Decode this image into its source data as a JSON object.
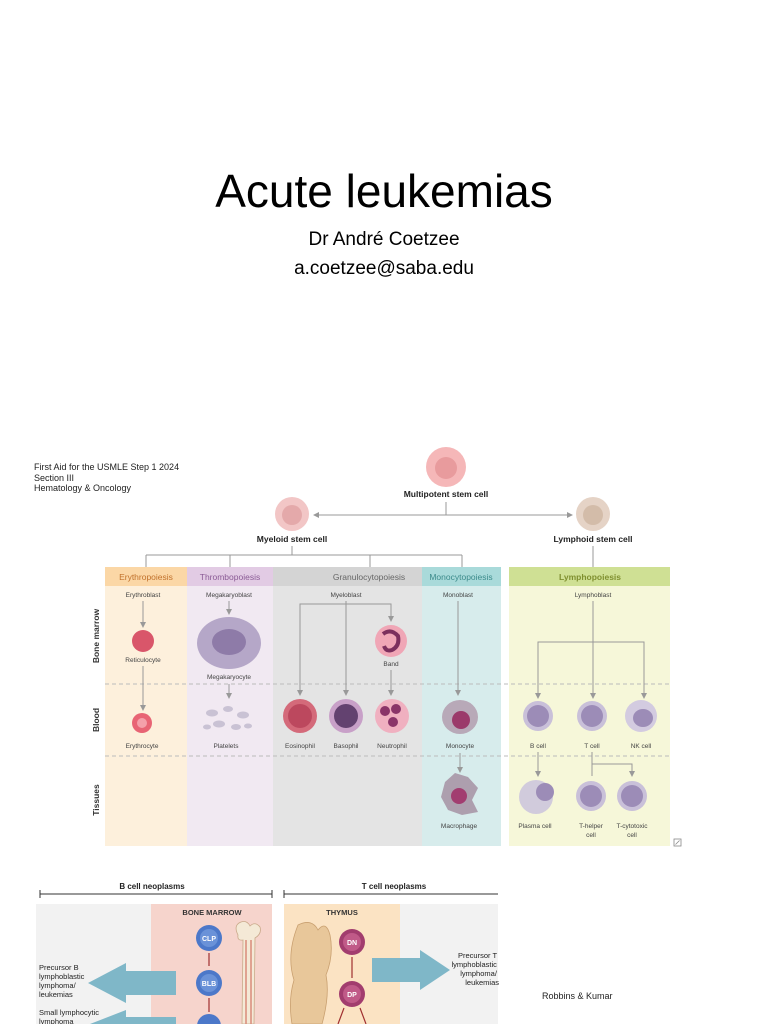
{
  "slide": {
    "title": "Acute leukemias",
    "author": "Dr André Coetzee",
    "email": "a.coetzee@saba.edu"
  },
  "hematopoiesis_figure": {
    "source_lines": [
      "First Aid for the USMLE Step 1 2024",
      "Section III",
      "Hematology & Oncology"
    ],
    "multipotent": "Multipotent stem cell",
    "myeloid": "Myeloid stem cell",
    "lymphoid": "Lymphoid stem cell",
    "columns": {
      "erythropoiesis": "Erythropoiesis",
      "thrombopoiesis": "Thrombopoiesis",
      "granulocytopoiesis": "Granulocytopoiesis",
      "monocytopoiesis": "Monocytopoiesis",
      "lymphopoiesis": "Lymphopoiesis"
    },
    "rows": {
      "bone_marrow": "Bone marrow",
      "blood": "Blood",
      "tissues": "Tissues"
    },
    "cells": {
      "erythroblast": "Erythroblast",
      "reticulocyte": "Reticulocyte",
      "erythrocyte": "Erythrocyte",
      "megakaryoblast": "Megakaryoblast",
      "megakaryocyte": "Megakaryocyte",
      "platelets": "Platelets",
      "myeloblast": "Myeloblast",
      "band": "Band",
      "eosinophil": "Eosinophil",
      "basophil": "Basophil",
      "neutrophil": "Neutrophil",
      "monoblast": "Monoblast",
      "monocyte": "Monocyte",
      "macrophage": "Macrophage",
      "lymphoblast": "Lymphoblast",
      "b_cell": "B cell",
      "t_cell": "T cell",
      "nk_cell": "NK cell",
      "plasma_cell": "Plasma cell",
      "t_helper_1": "T-helper",
      "t_helper_2": "cell",
      "t_cytotoxic_1": "T-cytotoxic",
      "t_cytotoxic_2": "cell"
    },
    "colors": {
      "erythro": "#fdf0dc",
      "erythro_header": "#fbd7a6",
      "thrombo": "#f1e9f2",
      "thrombo_header": "#e2cbe4",
      "granulo": "#e4e4e4",
      "granulo_header": "#d4d4d4",
      "mono": "#d7ecec",
      "mono_header": "#a9dada",
      "lympho": "#f6f7d9",
      "lympho_header": "#cfe094"
    }
  },
  "neoplasm_figure": {
    "b_header": "B cell neoplasms",
    "t_header": "T cell neoplasms",
    "bone_marrow": "BONE MARROW",
    "thymus": "THYMUS",
    "clp": "CLP",
    "blb": "BLB",
    "dn": "DN",
    "dp": "DP",
    "precursor_b": [
      "Precursor B",
      "lymphoblastic",
      "lymphoma/",
      "leukemias"
    ],
    "small_lymphocytic": [
      "Small lymphocytic",
      "lymphoma"
    ],
    "precursor_t": [
      "Precursor T",
      "lymphoblastic",
      "lymphoma/",
      "leukemias"
    ],
    "credit": "Robbins & Kumar"
  }
}
